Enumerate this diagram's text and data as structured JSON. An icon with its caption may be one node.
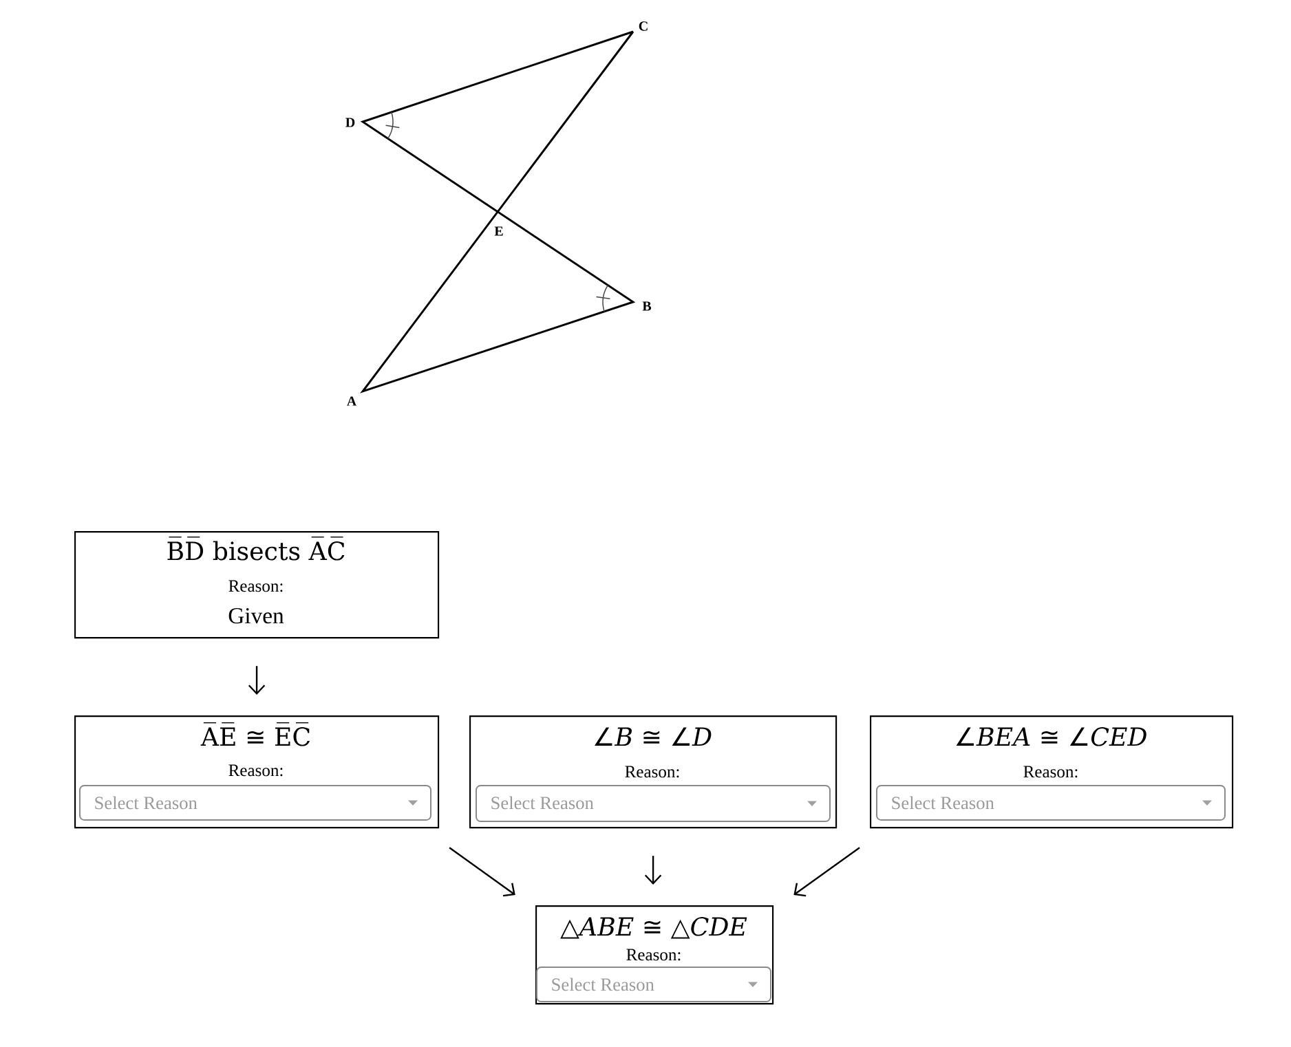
{
  "diagram": {
    "nodes": [
      {
        "text": [
          "B̅D̅ bisects A̅C̅",
          "Reason:",
          "Given"
        ]
      },
      {
        "text": [
          "A̅E̅ ≅ E̅C̅",
          "Reason:",
          "Select Reason"
        ]
      },
      {
        "text": [
          "∠*B* ≅ ∠*D*",
          "Reason:",
          "Select Reason"
        ]
      },
      {
        "text": [
          "∠*BEA* ≅ ∠*CED*",
          "Reason:",
          "Select Reason"
        ]
      },
      {
        "text": [
          "△*ABE* ≅ △*CDE*",
          "Reason:",
          "Select Reason"
        ]
      }
    ],
    "edges": [
      {
        "from": 0,
        "to": 1,
        "arrow": "to"
      },
      {
        "from": 1,
        "to": 4,
        "arrow": "to"
      },
      {
        "from": 2,
        "to": 4,
        "arrow": "to"
      },
      {
        "from": 3,
        "to": 4,
        "arrow": "to"
      }
    ],
    "labels": [
      "C",
      "D",
      "E",
      "B",
      "A"
    ]
  }
}
